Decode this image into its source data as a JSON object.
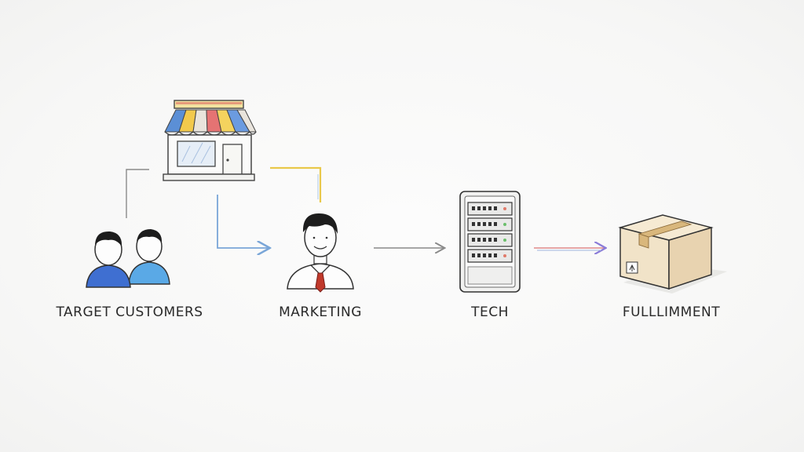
{
  "diagram": {
    "nodes": [
      {
        "id": "target_customers",
        "label": "TARGET CUSTOMERS",
        "icon": "people-icon"
      },
      {
        "id": "marketing",
        "label": "MARKETING",
        "icon": "businessman-icon"
      },
      {
        "id": "tech",
        "label": "TECH",
        "icon": "server-icon"
      },
      {
        "id": "fulfillment",
        "label": "FULLLIMMENT",
        "icon": "package-box-icon"
      }
    ],
    "store_icon": "storefront-icon",
    "edges": [
      {
        "from": "target_customers",
        "to": "storefront",
        "color": "#8a8a8a"
      },
      {
        "from": "storefront",
        "to": "marketing",
        "color": "#e9c84a"
      },
      {
        "from": "storefront",
        "to": "marketing",
        "color": "#7aa6d8"
      },
      {
        "from": "marketing",
        "to": "tech",
        "color": "#8a8a8a"
      },
      {
        "from": "tech",
        "to": "fulfillment",
        "color": "#e08a8a"
      }
    ],
    "colors": {
      "awning": [
        "#e9c84a",
        "#5b8fd6",
        "#e07a6a",
        "#f2c94c",
        "#7aa6d8",
        "#e57373",
        "#f4d35e",
        "#6b9be0"
      ],
      "customer_shirt_1": "#3f6fd1",
      "customer_shirt_2": "#5aa9e6",
      "tie": "#c0392b",
      "box": "#e8d3b0"
    }
  }
}
